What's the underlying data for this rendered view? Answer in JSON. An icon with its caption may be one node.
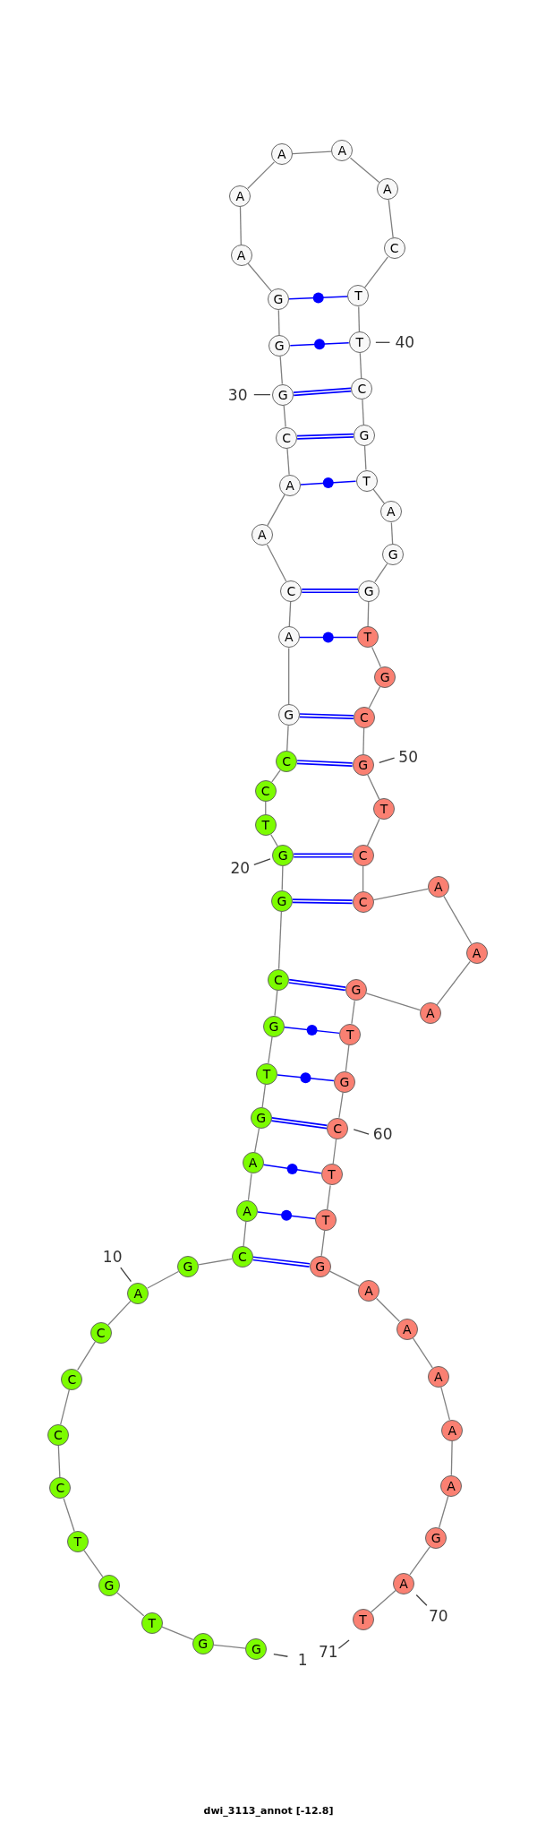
{
  "diagram": {
    "caption": "dwi_3113_annot [-12.8]",
    "nodes": [
      {
        "text": [
          "G"
        ],
        "beside": [
          "1"
        ]
      },
      {
        "text": [
          "G"
        ]
      },
      {
        "text": [
          "T"
        ]
      },
      {
        "text": [
          "G"
        ]
      },
      {
        "text": [
          "T"
        ]
      },
      {
        "text": [
          "C"
        ]
      },
      {
        "text": [
          "C"
        ]
      },
      {
        "text": [
          "C"
        ]
      },
      {
        "text": [
          "C"
        ]
      },
      {
        "text": [
          "A"
        ],
        "beside": [
          "10"
        ]
      },
      {
        "text": [
          "G"
        ]
      },
      {
        "text": [
          "C"
        ]
      },
      {
        "text": [
          "A"
        ]
      },
      {
        "text": [
          "A"
        ]
      },
      {
        "text": [
          "G"
        ]
      },
      {
        "text": [
          "T"
        ]
      },
      {
        "text": [
          "G"
        ]
      },
      {
        "text": [
          "C"
        ]
      },
      {
        "text": [
          "G"
        ]
      },
      {
        "text": [
          "G"
        ],
        "beside": [
          "20"
        ]
      },
      {
        "text": [
          "T"
        ]
      },
      {
        "text": [
          "C"
        ]
      },
      {
        "text": [
          "C"
        ]
      },
      {
        "text": [
          "G"
        ]
      },
      {
        "text": [
          "A"
        ]
      },
      {
        "text": [
          "C"
        ]
      },
      {
        "text": [
          "A"
        ]
      },
      {
        "text": [
          "A"
        ]
      },
      {
        "text": [
          "C"
        ]
      },
      {
        "text": [
          "G"
        ],
        "beside": [
          "30"
        ]
      },
      {
        "text": [
          "G"
        ]
      },
      {
        "text": [
          "G"
        ]
      },
      {
        "text": [
          "A"
        ]
      },
      {
        "text": [
          "A"
        ]
      },
      {
        "text": [
          "A"
        ]
      },
      {
        "text": [
          "A"
        ]
      },
      {
        "text": [
          "A"
        ]
      },
      {
        "text": [
          "C"
        ]
      },
      {
        "text": [
          "T"
        ]
      },
      {
        "text": [
          "T"
        ],
        "beside": [
          "40"
        ]
      },
      {
        "text": [
          "C"
        ]
      },
      {
        "text": [
          "G"
        ]
      },
      {
        "text": [
          "T"
        ]
      },
      {
        "text": [
          "A"
        ]
      },
      {
        "text": [
          "G"
        ]
      },
      {
        "text": [
          "G"
        ]
      },
      {
        "text": [
          "T"
        ]
      },
      {
        "text": [
          "G"
        ]
      },
      {
        "text": [
          "C"
        ]
      },
      {
        "text": [
          "G"
        ],
        "beside": [
          "50"
        ]
      },
      {
        "text": [
          "T"
        ]
      },
      {
        "text": [
          "C"
        ]
      },
      {
        "text": [
          "C"
        ]
      },
      {
        "text": [
          "A"
        ]
      },
      {
        "text": [
          "A"
        ]
      },
      {
        "text": [
          "A"
        ]
      },
      {
        "text": [
          "G"
        ]
      },
      {
        "text": [
          "T"
        ]
      },
      {
        "text": [
          "G"
        ]
      },
      {
        "text": [
          "C"
        ],
        "beside": [
          "60"
        ]
      },
      {
        "text": [
          "T"
        ]
      },
      {
        "text": [
          "T"
        ]
      },
      {
        "text": [
          "G"
        ]
      },
      {
        "text": [
          "A"
        ]
      },
      {
        "text": [
          "A"
        ]
      },
      {
        "text": [
          "A"
        ]
      },
      {
        "text": [
          "A"
        ]
      },
      {
        "text": [
          "A"
        ]
      },
      {
        "text": [
          "G"
        ]
      },
      {
        "text": [
          "A"
        ],
        "beside": [
          "70"
        ]
      },
      {
        "text": [
          "T"
        ],
        "beside": [
          "71"
        ]
      }
    ],
    "edges": [
      {
        "from": 0,
        "to": 1,
        "arrow": "none"
      },
      {
        "from": 1,
        "to": 2,
        "arrow": "none"
      },
      {
        "from": 2,
        "to": 3,
        "arrow": "none"
      },
      {
        "from": 3,
        "to": 4,
        "arrow": "none"
      },
      {
        "from": 4,
        "to": 5,
        "arrow": "none"
      },
      {
        "from": 5,
        "to": 6,
        "arrow": "none"
      },
      {
        "from": 6,
        "to": 7,
        "arrow": "none"
      },
      {
        "from": 7,
        "to": 8,
        "arrow": "none"
      },
      {
        "from": 8,
        "to": 9,
        "arrow": "none"
      },
      {
        "from": 9,
        "to": 10,
        "arrow": "none"
      },
      {
        "from": 10,
        "to": 11,
        "arrow": "none"
      },
      {
        "from": 11,
        "to": 12,
        "arrow": "none"
      },
      {
        "from": 12,
        "to": 13,
        "arrow": "none"
      },
      {
        "from": 13,
        "to": 14,
        "arrow": "none"
      },
      {
        "from": 14,
        "to": 15,
        "arrow": "none"
      },
      {
        "from": 15,
        "to": 16,
        "arrow": "none"
      },
      {
        "from": 16,
        "to": 17,
        "arrow": "none"
      },
      {
        "from": 17,
        "to": 18,
        "arrow": "none"
      },
      {
        "from": 18,
        "to": 19,
        "arrow": "none"
      },
      {
        "from": 19,
        "to": 20,
        "arrow": "none"
      },
      {
        "from": 20,
        "to": 21,
        "arrow": "none"
      },
      {
        "from": 21,
        "to": 22,
        "arrow": "none"
      },
      {
        "from": 22,
        "to": 23,
        "arrow": "none"
      },
      {
        "from": 23,
        "to": 24,
        "arrow": "none"
      },
      {
        "from": 24,
        "to": 25,
        "arrow": "none"
      },
      {
        "from": 25,
        "to": 26,
        "arrow": "none"
      },
      {
        "from": 26,
        "to": 27,
        "arrow": "none"
      },
      {
        "from": 27,
        "to": 28,
        "arrow": "none"
      },
      {
        "from": 28,
        "to": 29,
        "arrow": "none"
      },
      {
        "from": 29,
        "to": 30,
        "arrow": "none"
      },
      {
        "from": 30,
        "to": 31,
        "arrow": "none"
      },
      {
        "from": 31,
        "to": 32,
        "arrow": "none"
      },
      {
        "from": 32,
        "to": 33,
        "arrow": "none"
      },
      {
        "from": 33,
        "to": 34,
        "arrow": "none"
      },
      {
        "from": 34,
        "to": 35,
        "arrow": "none"
      },
      {
        "from": 35,
        "to": 36,
        "arrow": "none"
      },
      {
        "from": 36,
        "to": 37,
        "arrow": "none"
      },
      {
        "from": 37,
        "to": 38,
        "arrow": "none"
      },
      {
        "from": 38,
        "to": 39,
        "arrow": "none"
      },
      {
        "from": 39,
        "to": 40,
        "arrow": "none"
      },
      {
        "from": 40,
        "to": 41,
        "arrow": "none"
      },
      {
        "from": 41,
        "to": 42,
        "arrow": "none"
      },
      {
        "from": 42,
        "to": 43,
        "arrow": "none"
      },
      {
        "from": 43,
        "to": 44,
        "arrow": "none"
      },
      {
        "from": 44,
        "to": 45,
        "arrow": "none"
      },
      {
        "from": 45,
        "to": 46,
        "arrow": "none"
      },
      {
        "from": 46,
        "to": 47,
        "arrow": "none"
      },
      {
        "from": 47,
        "to": 48,
        "arrow": "none"
      },
      {
        "from": 48,
        "to": 49,
        "arrow": "none"
      },
      {
        "from": 49,
        "to": 50,
        "arrow": "none"
      },
      {
        "from": 50,
        "to": 51,
        "arrow": "none"
      },
      {
        "from": 51,
        "to": 52,
        "arrow": "none"
      },
      {
        "from": 52,
        "to": 53,
        "arrow": "none"
      },
      {
        "from": 53,
        "to": 54,
        "arrow": "none"
      },
      {
        "from": 54,
        "to": 55,
        "arrow": "none"
      },
      {
        "from": 55,
        "to": 56,
        "arrow": "none"
      },
      {
        "from": 56,
        "to": 57,
        "arrow": "none"
      },
      {
        "from": 57,
        "to": 58,
        "arrow": "none"
      },
      {
        "from": 58,
        "to": 59,
        "arrow": "none"
      },
      {
        "from": 59,
        "to": 60,
        "arrow": "none"
      },
      {
        "from": 60,
        "to": 61,
        "arrow": "none"
      },
      {
        "from": 61,
        "to": 62,
        "arrow": "none"
      },
      {
        "from": 62,
        "to": 63,
        "arrow": "none"
      },
      {
        "from": 63,
        "to": 64,
        "arrow": "none"
      },
      {
        "from": 64,
        "to": 65,
        "arrow": "none"
      },
      {
        "from": 65,
        "to": 66,
        "arrow": "none"
      },
      {
        "from": 66,
        "to": 67,
        "arrow": "none"
      },
      {
        "from": 67,
        "to": 68,
        "arrow": "none"
      },
      {
        "from": 68,
        "to": 69,
        "arrow": "none"
      },
      {
        "from": 69,
        "to": 70,
        "arrow": "none"
      },
      {
        "from": 11,
        "to": 62,
        "arrow": "none",
        "style": "thick",
        "color": "#0000ff"
      },
      {
        "from": 12,
        "to": 61,
        "arrow": "none",
        "color": "#0000ff"
      },
      {
        "from": 13,
        "to": 60,
        "arrow": "none",
        "color": "#0000ff"
      },
      {
        "from": 14,
        "to": 59,
        "arrow": "none",
        "style": "thick",
        "color": "#0000ff"
      },
      {
        "from": 15,
        "to": 58,
        "arrow": "none",
        "color": "#0000ff"
      },
      {
        "from": 16,
        "to": 57,
        "arrow": "none",
        "color": "#0000ff"
      },
      {
        "from": 17,
        "to": 56,
        "arrow": "none",
        "style": "thick",
        "color": "#0000ff"
      },
      {
        "from": 18,
        "to": 52,
        "arrow": "none",
        "style": "thick",
        "color": "#0000ff"
      },
      {
        "from": 19,
        "to": 51,
        "arrow": "none",
        "style": "thick",
        "color": "#0000ff"
      },
      {
        "from": 22,
        "to": 49,
        "arrow": "none",
        "style": "thick",
        "color": "#0000ff"
      },
      {
        "from": 23,
        "to": 48,
        "arrow": "none",
        "style": "thick",
        "color": "#0000ff"
      },
      {
        "from": 24,
        "to": 46,
        "arrow": "none",
        "color": "#0000ff"
      },
      {
        "from": 25,
        "to": 45,
        "arrow": "none",
        "style": "thick",
        "color": "#0000ff"
      },
      {
        "from": 27,
        "to": 42,
        "arrow": "none",
        "color": "#0000ff"
      },
      {
        "from": 28,
        "to": 41,
        "arrow": "none",
        "style": "thick",
        "color": "#0000ff"
      },
      {
        "from": 29,
        "to": 40,
        "arrow": "none",
        "style": "thick",
        "color": "#0000ff"
      },
      {
        "from": 30,
        "to": 39,
        "arrow": "none",
        "color": "#0000ff"
      },
      {
        "from": 31,
        "to": 38,
        "arrow": "none",
        "color": "#0000ff"
      }
    ]
  }
}
